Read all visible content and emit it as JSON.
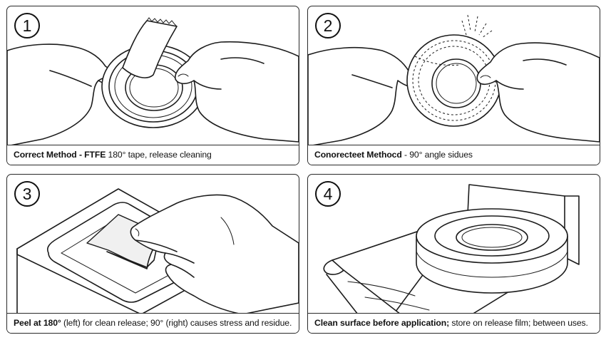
{
  "panels": [
    {
      "number": "1",
      "caption_bold": "Correct Method - FTFE",
      "caption_rest": " 180°  tape, release cleaning",
      "icons": [
        "hand-icon",
        "tape-roll-icon",
        "tape-strip-icon"
      ]
    },
    {
      "number": "2",
      "caption_bold": "Conorecteet Methocd",
      "caption_rest": " - 90° angle sidues",
      "icons": [
        "hand-icon",
        "tape-roll-icon",
        "stress-lines-icon"
      ]
    },
    {
      "number": "3",
      "caption_bold": "Peel at 180°",
      "caption_rest": " (left) for clean release; 90° (right) causes stress and residue.",
      "icons": [
        "hand-icon",
        "release-sheet-icon",
        "peeled-film-icon"
      ]
    },
    {
      "number": "4",
      "caption_bold": "Clean surface before application;",
      "caption_rest": " store on release film; between uses.",
      "icons": [
        "tape-roll-icon",
        "release-film-icon",
        "storage-surface-icon"
      ]
    }
  ],
  "colors": {
    "line": "#1c1c1c",
    "border": "#2a2a2a",
    "background": "#ffffff"
  }
}
